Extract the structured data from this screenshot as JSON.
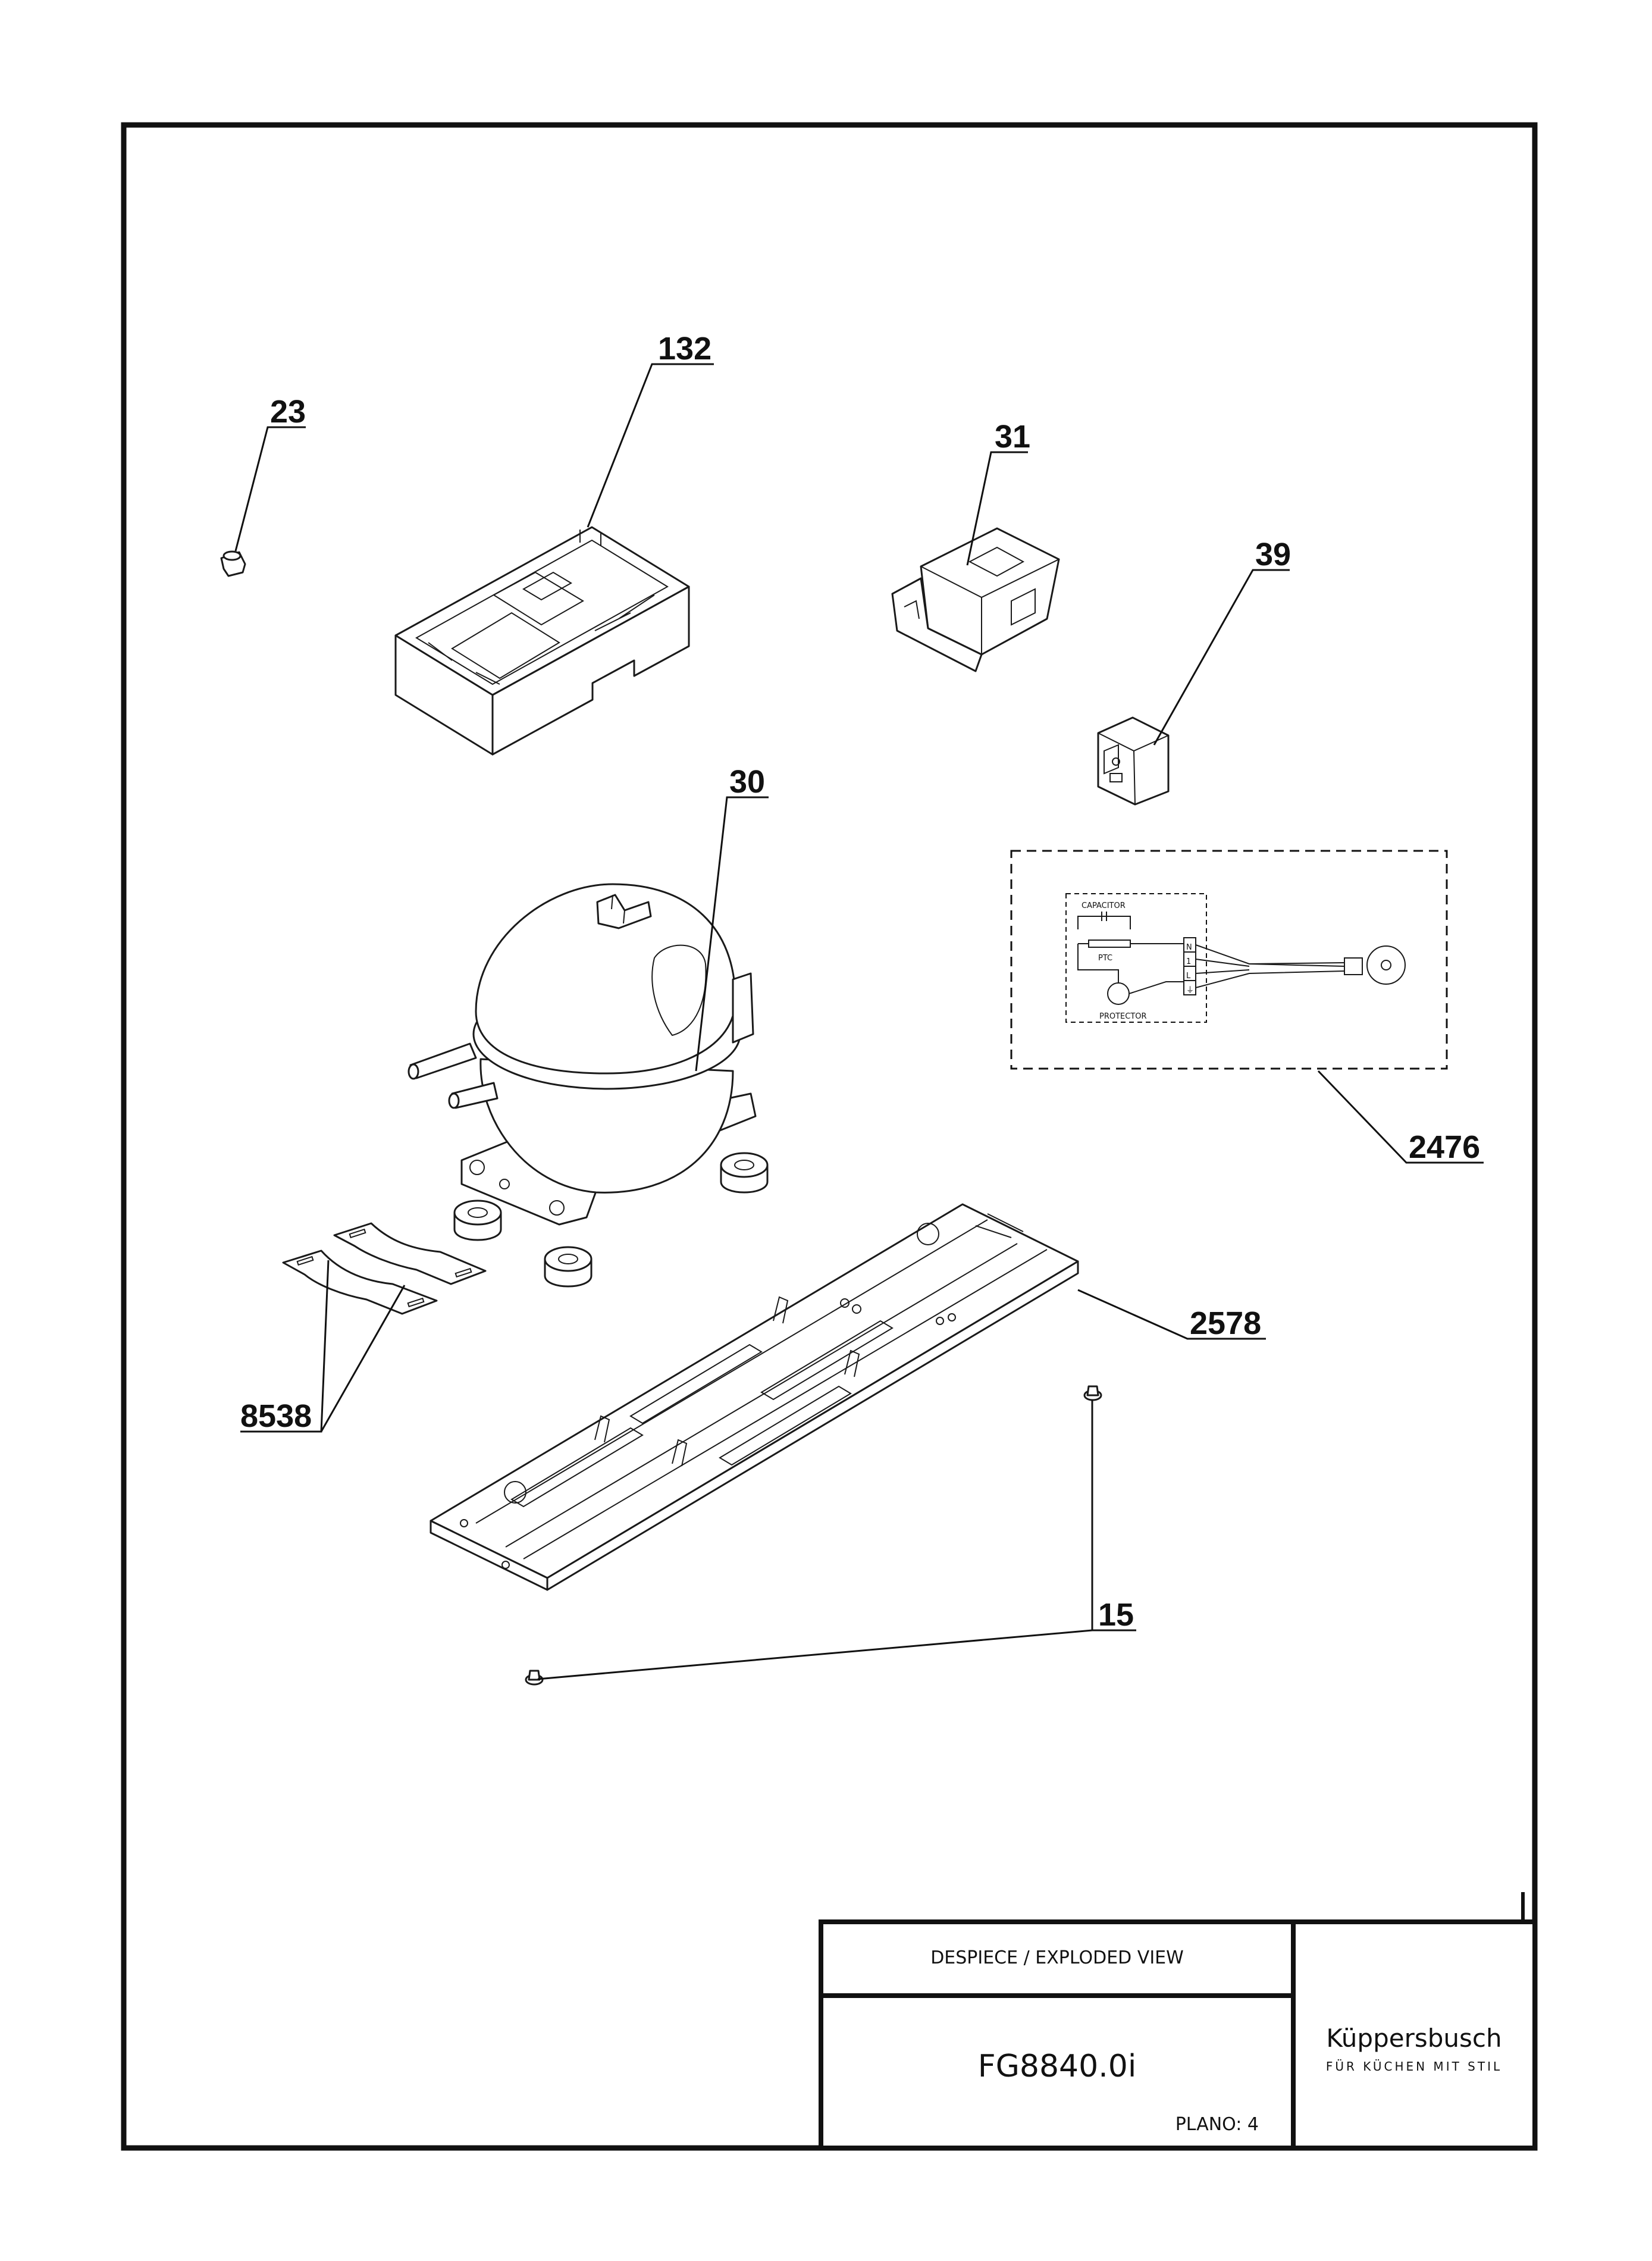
{
  "callouts": [
    {
      "id": "23",
      "label": "23"
    },
    {
      "id": "132",
      "label": "132"
    },
    {
      "id": "31",
      "label": "31"
    },
    {
      "id": "39",
      "label": "39"
    },
    {
      "id": "30",
      "label": "30"
    },
    {
      "id": "2476",
      "label": "2476"
    },
    {
      "id": "2578",
      "label": "2578"
    },
    {
      "id": "8538",
      "label": "8538"
    },
    {
      "id": "15",
      "label": "15"
    }
  ],
  "schematic": {
    "capacitor": "CAPACITOR",
    "ptc": "PTC",
    "protector": "PROTECTOR",
    "terminals": [
      "N",
      "1",
      "L",
      "⏚"
    ]
  },
  "title_block": {
    "view_title": "DESPIECE / EXPLODED VIEW",
    "model": "FG8840.0i",
    "plan": "PLANO: 4",
    "brand": "Küppersbusch",
    "tagline": "FÜR KÜCHEN MIT STIL"
  },
  "colors": {
    "line": "#111111",
    "background": "#ffffff"
  }
}
